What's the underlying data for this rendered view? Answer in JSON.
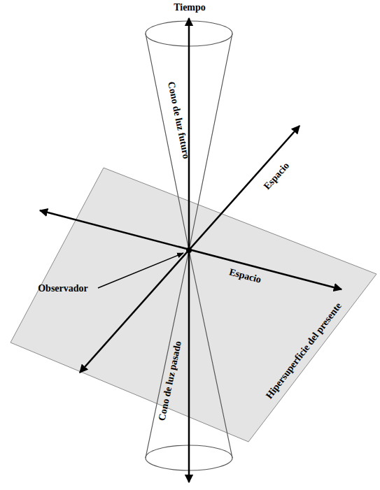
{
  "diagram": {
    "labels": [
      "Tiempo",
      "Cono de luz futuro",
      "Espacio",
      "Observador",
      "Espacio",
      "Hipersuperficie del presente",
      "Cono de luz pasado"
    ]
  }
}
